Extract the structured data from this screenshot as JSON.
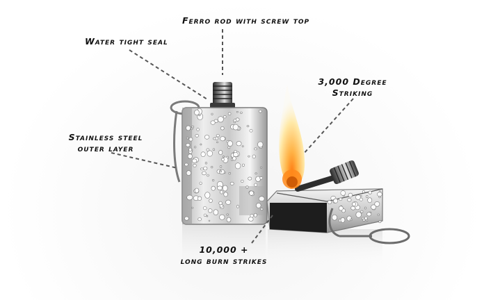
{
  "callouts": {
    "ferro_rod": "Ferro rod with screw top",
    "water_seal": "Water tight seal",
    "degree_line1": "3,000 Degree",
    "degree_line2": "Striking",
    "stainless_line1": "Stainless steel",
    "stainless_line2": "outer layer",
    "strikes_line1": "10,000 +",
    "strikes_line2": "long burn strikes"
  },
  "colors": {
    "text": "#111111",
    "leader_line": "#555555",
    "steel_light": "#eeeeee",
    "steel_dark": "#8a8a8a",
    "flame_core": "#ff8a1c",
    "flame_outer": "#ffe9a8"
  }
}
